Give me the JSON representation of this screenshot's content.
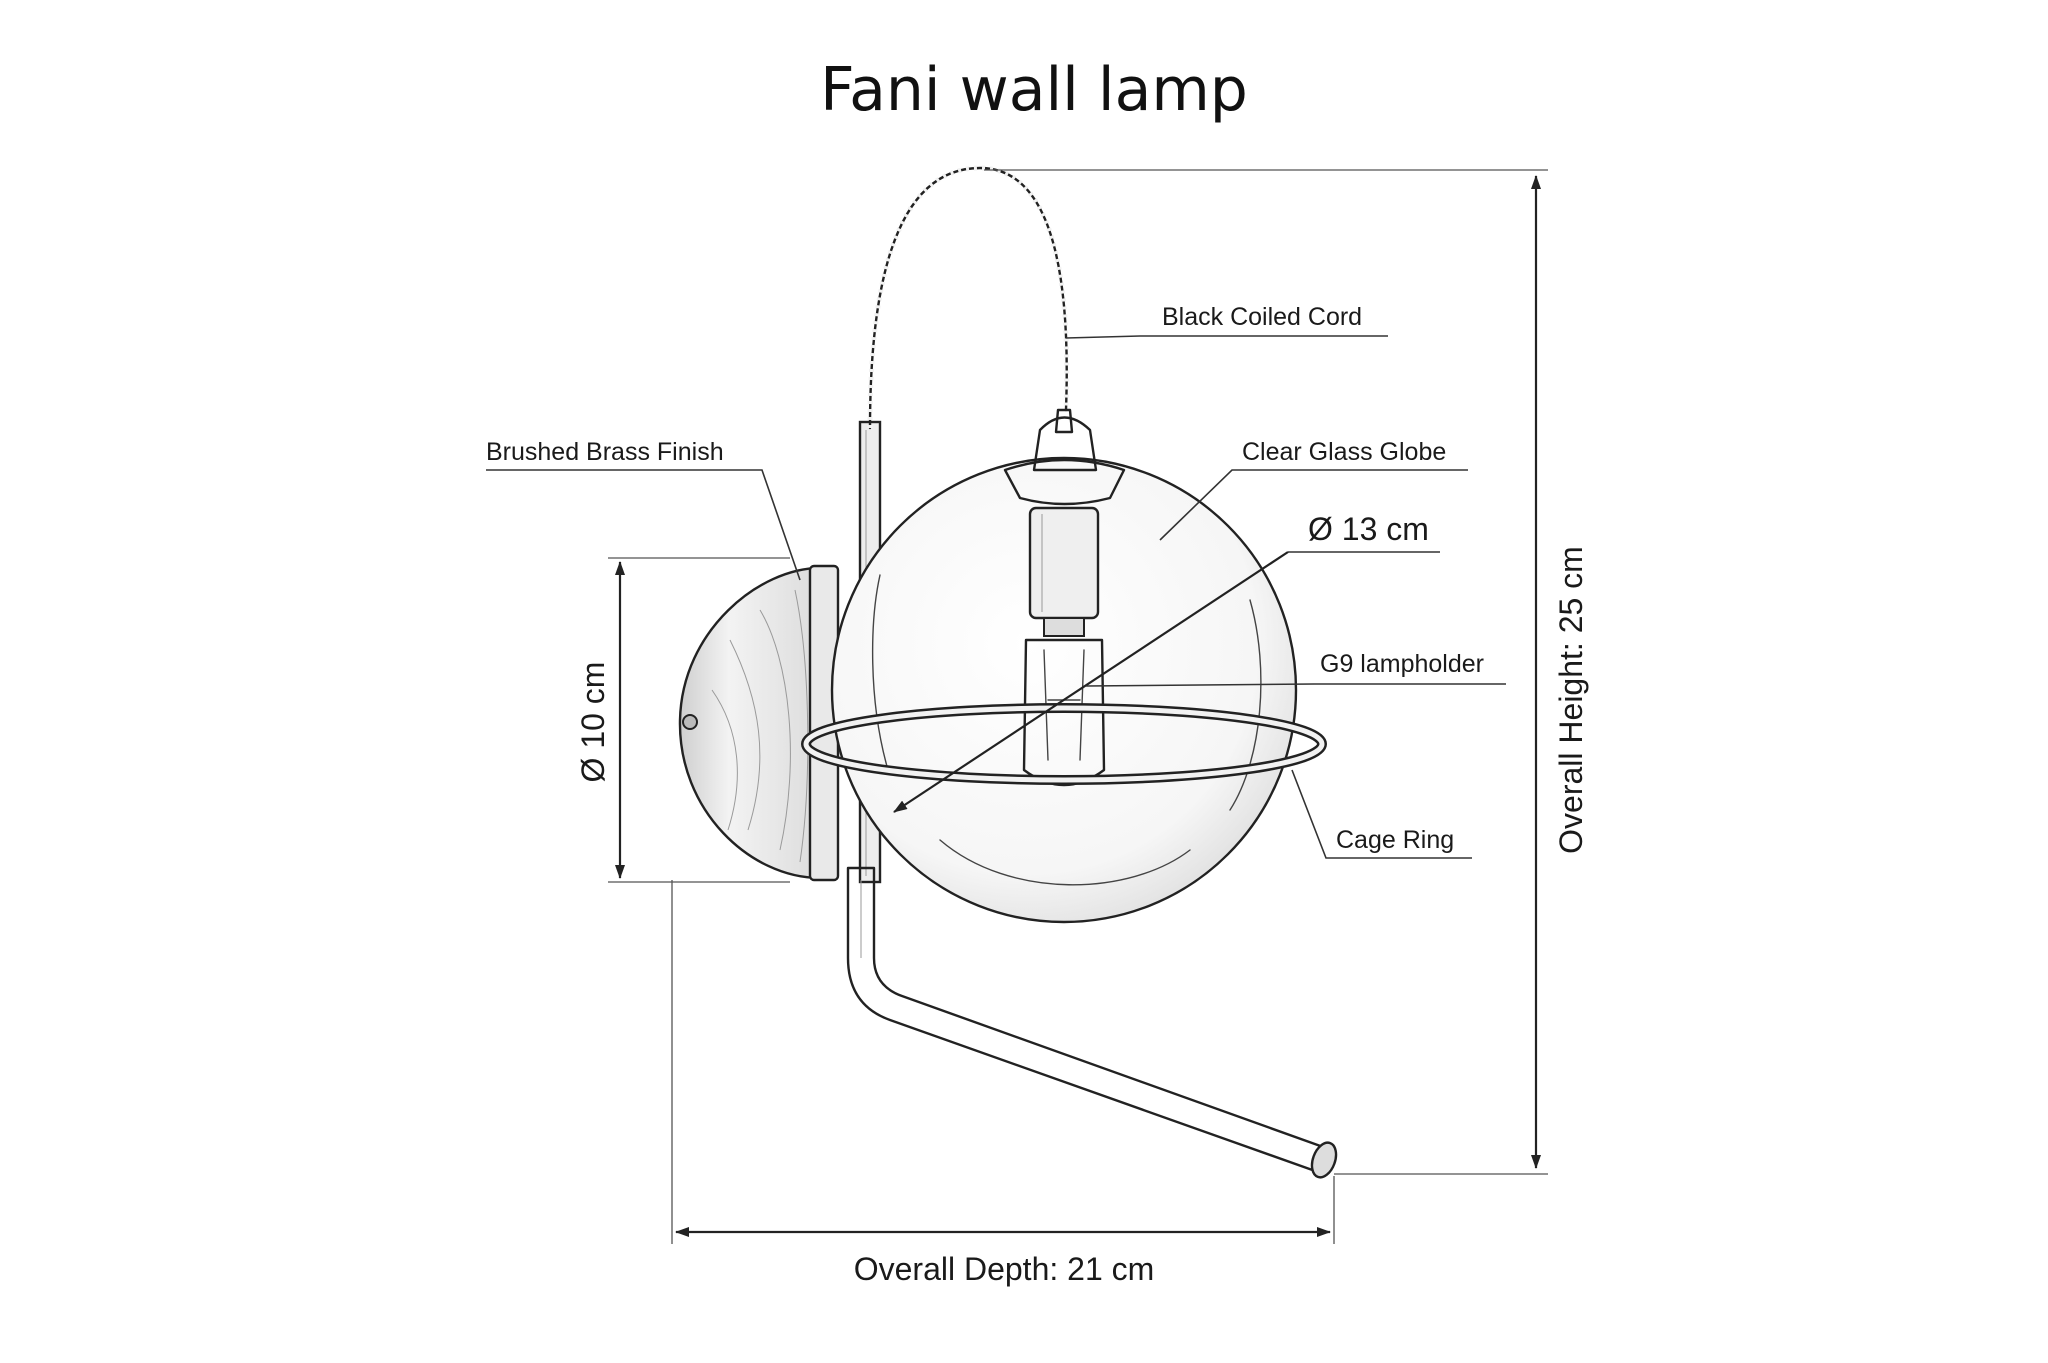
{
  "title": "Fani wall lamp",
  "callouts": {
    "cord": "Black Coiled Cord",
    "finish": "Brushed Brass Finish",
    "globe": "Clear Glass Globe",
    "globe_diameter": "Ø 13 cm",
    "lampholder": "G9 lampholder",
    "ring": "Cage Ring"
  },
  "dimensions": {
    "base_diameter": "Ø 10 cm",
    "overall_height": "Overall Height: 25 cm",
    "overall_depth": "Overall Depth: 21 cm"
  }
}
